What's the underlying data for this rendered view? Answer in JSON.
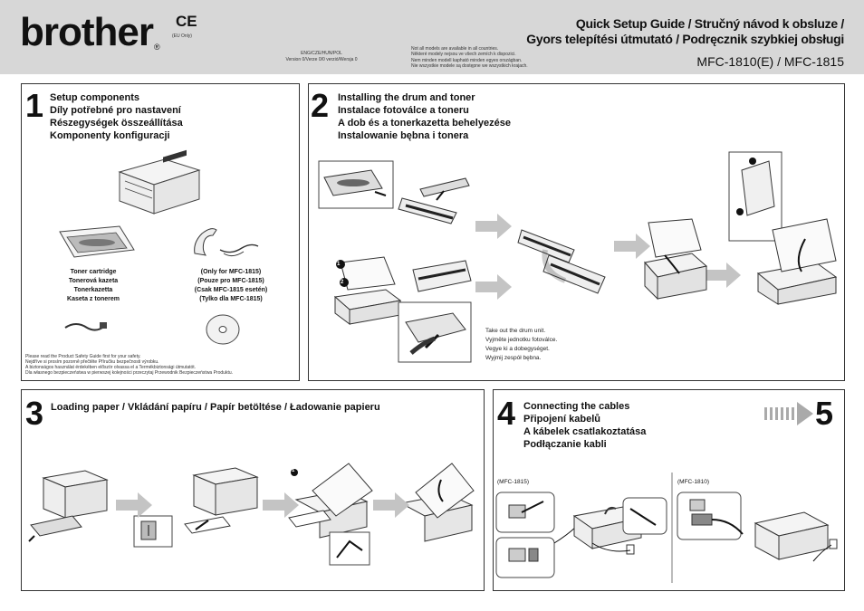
{
  "header": {
    "brand": "brother",
    "registered_mark": "®",
    "ce_mark": "CE",
    "ce_note": "(EU Only)",
    "languages": "ENG/CZE/HUN/POL",
    "version": "Version 0/Verze 0/0 verzió/Wersja 0",
    "notes": [
      "Not all models are available in all countries.",
      "Některé modely nejsou ve všech zemích k dispozici.",
      "Nem minden modell kapható minden egyes országban.",
      "Nie wszystkie modele są dostępne we wszystkich krajach."
    ],
    "title_line1": "Quick Setup Guide / Stručný návod k obsluze /",
    "title_line2": "Gyors telepítési útmutató / Podręcznik szybkiej obsługi",
    "model": "MFC-1810(E) / MFC-1815"
  },
  "step1": {
    "number": "1",
    "headings": [
      "Setup components",
      "Díly potřebné pro nastavení",
      "Részegységek összeállítása",
      "Komponenty konfiguracji"
    ],
    "toner_caption": [
      "Toner cartridge",
      "Tonerová kazeta",
      "Tonerkazetta",
      "Kaseta z tonerem"
    ],
    "handset_caption": [
      "(Only for MFC-1815)",
      "(Pouze pro MFC-1815)",
      "(Csak MFC-1815 esetén)",
      "(Tylko dla MFC-1815)"
    ],
    "safety_notes": [
      "Please read the Product Safety Guide first for your safety.",
      "Nejdříve si prosím pozorně přečtěte Příručku bezpečnosti výrobku.",
      "A biztonságos használat érdekében először olvassa el a Termékbiztonsági útmutatót.",
      "Dla własnego bezpieczeństwa w pierwszej kolejności przeczytaj Przewodnik Bezpieczeństwa Produktu."
    ]
  },
  "step2": {
    "number": "2",
    "headings": [
      "Installing the drum and toner",
      "Instalace fotoválce a toneru",
      "A dob és a tonerkazetta behelyezése",
      "Instalowanie bębna i tonera"
    ],
    "drum_caption": [
      "Take out the drum unit.",
      "Vyjměte jednotku fotoválce.",
      "Vegye ki a dobegységet.",
      "Wyjmij zespół bębna."
    ],
    "marker1": "1",
    "marker2": "2"
  },
  "step3": {
    "number": "3",
    "heading": "Loading paper / Vkládání papíru / Papír betöltése / Ładowanie papieru",
    "marker1": "1",
    "marker2": "2"
  },
  "step4": {
    "number": "4",
    "next_number": "5",
    "headings": [
      "Connecting the cables",
      "Připojení kabelů",
      "A kábelek csatlakoztatása",
      "Podłączanie kabli"
    ],
    "label_1815": "(MFC-1815)",
    "label_1810": "(MFC-1810)"
  },
  "colors": {
    "header_bg": "#d7d7d7",
    "arrow_gray": "#c4c4c4",
    "border": "#333333"
  }
}
